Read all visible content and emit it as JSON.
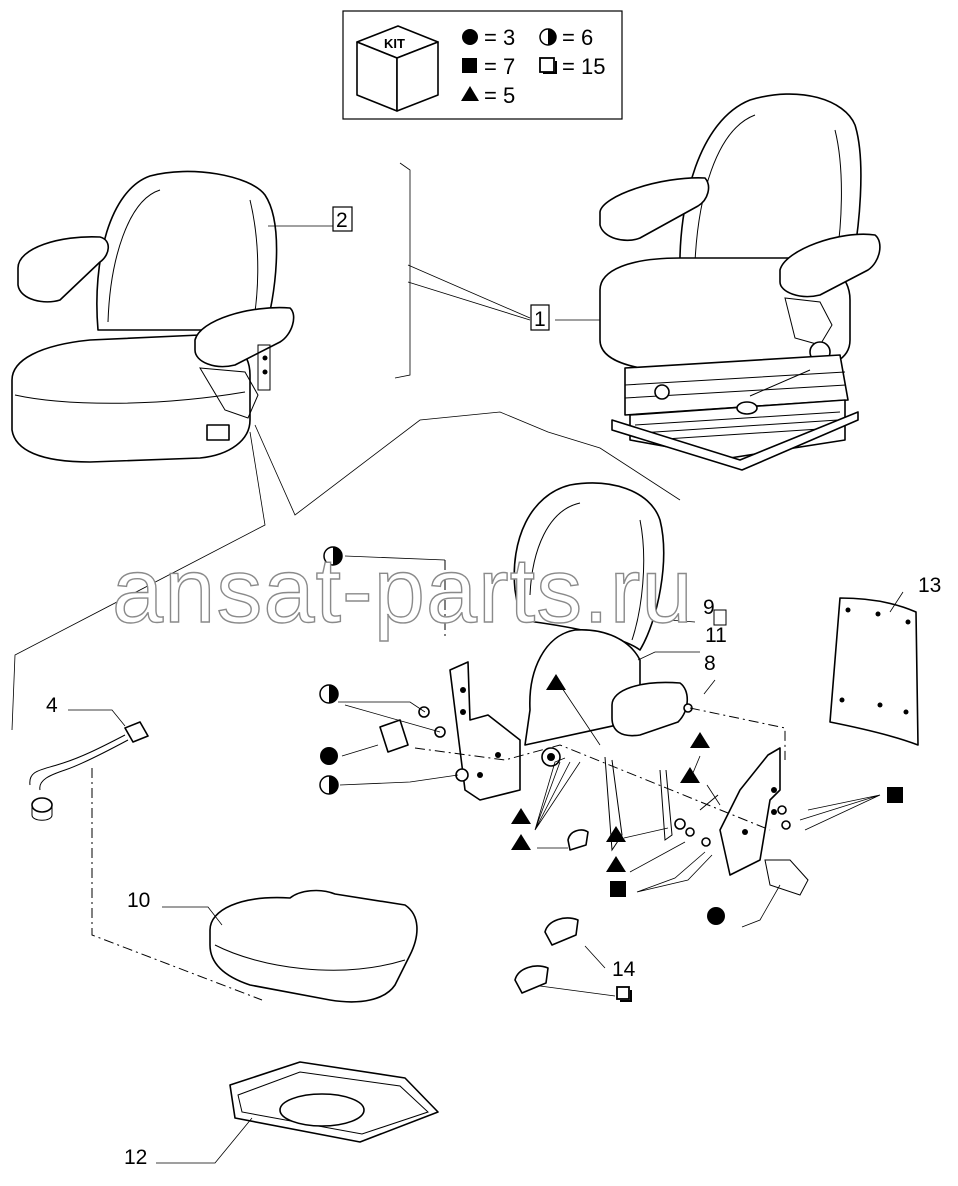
{
  "watermark": "ansat-parts.ru",
  "legend": {
    "kit_label": "KIT",
    "rows": [
      {
        "symbol": "filled-circle",
        "text": "= 3"
      },
      {
        "symbol": "half-circle",
        "text": "= 6"
      },
      {
        "symbol": "filled-square",
        "text": "= 7"
      },
      {
        "symbol": "open-square",
        "text": "= 15"
      },
      {
        "symbol": "filled-triangle",
        "text": "= 5"
      }
    ]
  },
  "callouts": {
    "c1": "1",
    "c2": "2",
    "c4": "4",
    "c8": "8",
    "c9": "9",
    "c10": "10",
    "c11": "11",
    "c12": "12",
    "c13": "13",
    "c14": "14"
  }
}
